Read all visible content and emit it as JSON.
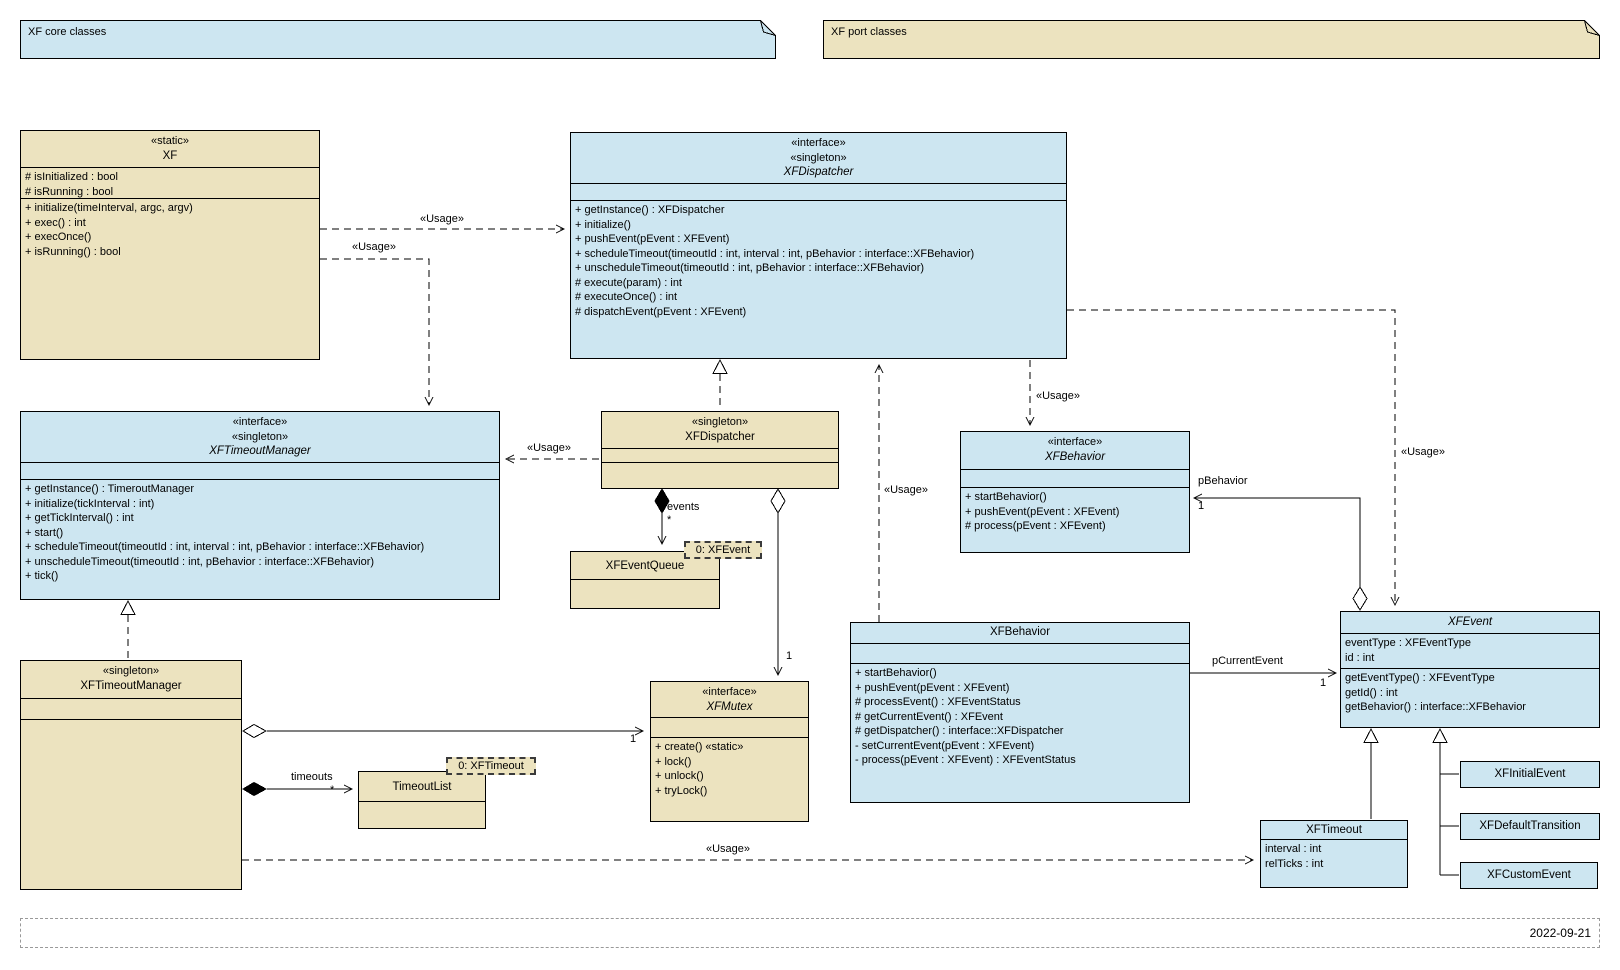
{
  "colors": {
    "class_blue": "#cde6f1",
    "class_tan": "#ece3bf"
  },
  "notes": {
    "core": "XF core classes",
    "port": "XF port classes"
  },
  "date": "2022-09-21",
  "labels": {
    "usage": "«Usage»",
    "events": "events",
    "timeouts": "timeouts",
    "pbehavior": "pBehavior",
    "pcurrentevent": "pCurrentEvent",
    "one": "1",
    "many": "*",
    "obj_event": "0: XFEvent",
    "obj_timeout": "0: XFTimeout"
  },
  "classes": {
    "xf": {
      "stereotypes": [
        "«static»"
      ],
      "name": "XF",
      "attrs": [
        "# isInitialized : bool",
        "# isRunning : bool"
      ],
      "ops": [
        "+ initialize(timeInterval, argc, argv)",
        "+ exec() : int",
        "+ execOnce()",
        "+ isRunning() : bool"
      ]
    },
    "xfdispatcher_if": {
      "stereotypes": [
        "«interface»",
        "«singleton»"
      ],
      "name": "XFDispatcher",
      "ops": [
        "+ getInstance() : XFDispatcher",
        "+ initialize()",
        "+ pushEvent(pEvent : XFEvent)",
        "+ scheduleTimeout(timeoutId : int, interval : int, pBehavior : interface::XFBehavior)",
        "+ unscheduleTimeout(timeoutId : int, pBehavior : interface::XFBehavior)",
        "# execute(param) : int",
        "# executeOnce() : int",
        "# dispatchEvent(pEvent : XFEvent)"
      ]
    },
    "xftimeoutmanager_if": {
      "stereotypes": [
        "«interface»",
        "«singleton»"
      ],
      "name": "XFTimeoutManager",
      "ops": [
        "+ getInstance() : TimeroutManager",
        "+ initialize(tickInterval : int)",
        "+ getTickInterval() : int",
        "+ start()",
        "+ scheduleTimeout(timeoutId : int, interval : int, pBehavior : interface::XFBehavior)",
        "+ unscheduleTimeout(timeoutId : int, pBehavior : interface::XFBehavior)",
        "+ tick()"
      ]
    },
    "xfdispatcher_singleton": {
      "stereotypes": [
        "«singleton»"
      ],
      "name": "XFDispatcher"
    },
    "xfeventqueue": {
      "name": "XFEventQueue"
    },
    "xfmutex": {
      "stereotypes": [
        "«interface»"
      ],
      "name": "XFMutex",
      "ops": [
        "+ create() «static»",
        "+ lock()",
        "+ unlock()",
        "+ tryLock()"
      ]
    },
    "xfbehavior_if": {
      "stereotypes": [
        "«interface»"
      ],
      "name": "XFBehavior",
      "ops": [
        "+ startBehavior()",
        "+ pushEvent(pEvent : XFEvent)",
        "# process(pEvent : XFEvent)"
      ]
    },
    "xfbehavior": {
      "name": "XFBehavior",
      "ops": [
        "+ startBehavior()",
        "+ pushEvent(pEvent : XFEvent)",
        "# processEvent() : XFEventStatus",
        "# getCurrentEvent() : XFEvent",
        "# getDispatcher() : interface::XFDispatcher",
        "- setCurrentEvent(pEvent : XFEvent)",
        "- process(pEvent : XFEvent) : XFEventStatus"
      ]
    },
    "xfevent": {
      "name": "XFEvent",
      "attrs": [
        "eventType : XFEventType",
        "id : int"
      ],
      "ops": [
        "getEventType() : XFEventType",
        "getId() : int",
        "getBehavior() : interface::XFBehavior"
      ]
    },
    "xftimeoutmanager_singleton": {
      "stereotypes": [
        "«singleton»"
      ],
      "name": "XFTimeoutManager"
    },
    "timeoutlist": {
      "name": "TimeoutList"
    },
    "xftimeout": {
      "name": "XFTimeout",
      "attrs": [
        "interval : int",
        "relTicks : int"
      ]
    },
    "xfinitialevent": {
      "name": "XFInitialEvent"
    },
    "xfdefaulttransition": {
      "name": "XFDefaultTransition"
    },
    "xfcustomevent": {
      "name": "XFCustomEvent"
    }
  }
}
